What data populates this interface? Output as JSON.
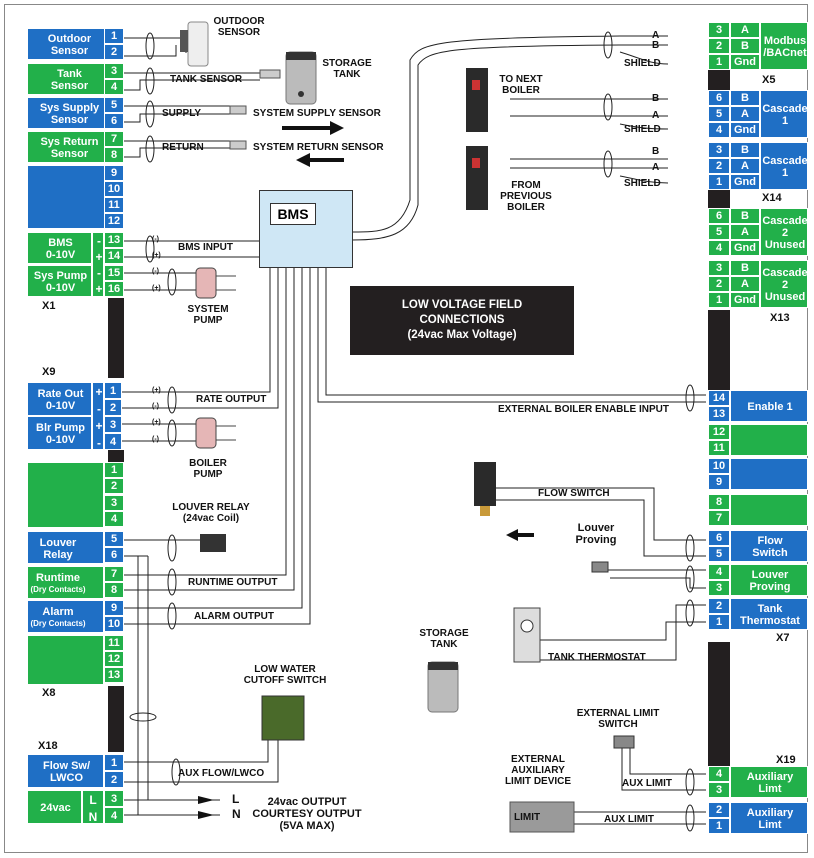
{
  "left_terminals": {
    "x1_label": "X1",
    "x9_label": "X9",
    "x8_label": "X8",
    "x18_label": "X18",
    "outdoor": [
      "Outdoor",
      "Sensor"
    ],
    "tank": [
      "Tank",
      "Sensor"
    ],
    "sys_supply": [
      "Sys Supply",
      "Sensor"
    ],
    "sys_return": [
      "Sys Return",
      "Sensor"
    ],
    "bms": [
      "BMS",
      "0-10V"
    ],
    "sys_pump": [
      "Sys Pump",
      "0-10V"
    ],
    "rate_out": [
      "Rate Out",
      "0-10V"
    ],
    "blr_pump": [
      "Blr Pump",
      "0-10V"
    ],
    "louver": [
      "Louver",
      "Relay"
    ],
    "runtime": [
      "Runtime",
      "(Dry Contacts)"
    ],
    "alarm": [
      "Alarm",
      "(Dry Contacts)"
    ],
    "flow_sw": [
      "Flow Sw/",
      "LWCO"
    ],
    "vac24": "24vac",
    "x1_nums": [
      "1",
      "2",
      "3",
      "4",
      "5",
      "6",
      "7",
      "8",
      "9",
      "10",
      "11",
      "12",
      "13",
      "14",
      "15",
      "16"
    ],
    "x9_nums": [
      "1",
      "2",
      "3",
      "4"
    ],
    "x8_nums": [
      "1",
      "2",
      "3",
      "4",
      "5",
      "6",
      "7",
      "8",
      "9",
      "10",
      "11",
      "12",
      "13"
    ],
    "x18_nums": [
      "1",
      "2",
      "3",
      "4"
    ],
    "signs": [
      "-",
      "+",
      "-",
      "+"
    ],
    "x9_signs": [
      "+",
      "-",
      "+",
      "-"
    ],
    "l": "L",
    "n": "N"
  },
  "right_terminals": {
    "x5_label": "X5",
    "x14_label": "X14",
    "x13_label": "X13",
    "x7_label": "X7",
    "x19_label": "X19",
    "modbus": [
      "Modbus",
      "/BACnet"
    ],
    "cascade1": [
      "Cascade",
      "1"
    ],
    "cascade2": [
      "Cascade",
      "2",
      "Unused"
    ],
    "enable1": "Enable 1",
    "flow_switch": [
      "Flow",
      "Switch"
    ],
    "louver_proving": [
      "Louver",
      "Proving"
    ],
    "tank_thermostat": [
      "Tank",
      "Thermostat"
    ],
    "aux_limit": [
      "Auxiliary",
      "Limt"
    ],
    "modbus_nums": [
      "3",
      "2",
      "1"
    ],
    "modbus_letters": [
      "A",
      "B",
      "Gnd"
    ],
    "cas_nums_a": [
      "6",
      "5",
      "4"
    ],
    "cas_letters_a": [
      "B",
      "A",
      "Gnd"
    ],
    "cas_nums_b": [
      "3",
      "2",
      "1"
    ],
    "cas_letters_b": [
      "B",
      "A",
      "Gnd"
    ],
    "x7_nums": [
      "14",
      "13",
      "12",
      "11",
      "10",
      "9",
      "8",
      "7",
      "6",
      "5",
      "4",
      "3",
      "2",
      "1"
    ],
    "x19_nums": [
      "4",
      "3",
      "2",
      "1"
    ]
  },
  "labels": {
    "outdoor_sensor": "OUTDOOR SENSOR",
    "storage_tank": "STORAGE TANK",
    "tank_sensor": "TANK SENSOR",
    "supply": "SUPPLY",
    "return": "RETURN",
    "system_supply_sensor": "SYSTEM SUPPLY SENSOR",
    "system_return_sensor": "SYSTEM RETURN SENSOR",
    "bms": "BMS",
    "bms_input": "BMS INPUT",
    "system_pump": "SYSTEM PUMP",
    "rate_output": "RATE OUTPUT",
    "boiler_pump": "BOILER PUMP",
    "louver_relay": "LOUVER RELAY (24vac Coil)",
    "runtime_output": "RUNTIME OUTPUT",
    "alarm_output": "ALARM OUTPUT",
    "low_water": "LOW WATER CUTOFF SWITCH",
    "aux_flow": "AUX FLOW/LWCO",
    "output_24": "24vac OUTPUT COURTESY OUTPUT (5VA MAX)",
    "ext_boiler_enable": "EXTERNAL BOILER ENABLE INPUT",
    "flow_switch": "FLOW SWITCH",
    "louver_proving": "Louver Proving",
    "storage_tank2": "STORAGE TANK",
    "tank_thermostat": "TANK THERMOSTAT",
    "ext_limit_switch": "EXTERNAL LIMIT SWITCH",
    "ext_aux_limit": "EXTERNAL AUXILIARY LIMIT DEVICE",
    "aux_limit": "AUX LIMIT",
    "limit": "LIMIT",
    "to_next_boiler": "TO NEXT BOILER",
    "from_previous_boiler": "FROM PREVIOUS BOILER",
    "lv_line1": "LOW VOLTAGE FIELD",
    "lv_line2": "CONNECTIONS",
    "lv_line3": "(24vac Max Voltage)",
    "minus": "(-)",
    "plus": "(+)",
    "a": "A",
    "b": "B",
    "shield": "SHIELD",
    "l": "L",
    "n": "N"
  }
}
